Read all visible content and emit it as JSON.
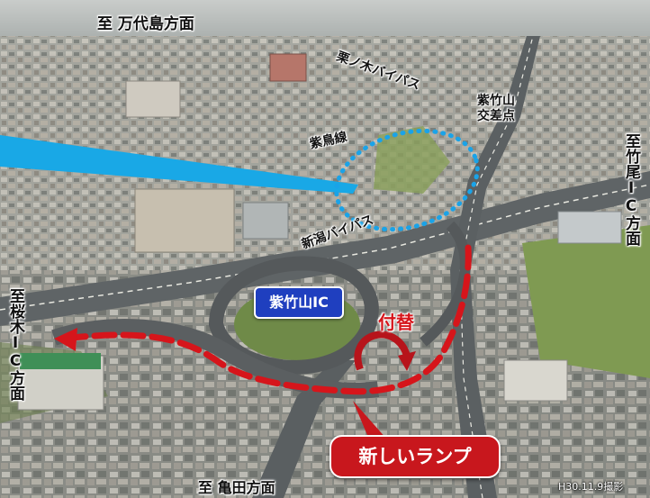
{
  "labels": {
    "direction_top": "至 万代島方面",
    "direction_bottom": "至 亀田方面",
    "direction_right": "至竹尾IC方面",
    "direction_left": "至桜木IC方面",
    "road_kurinoki_bypass": "栗ノ木バイパス",
    "shichikuyama_intersection_line1": "紫竹山",
    "shichikuyama_intersection_line2": "交差点",
    "road_shichou_line": "紫鳥線",
    "road_niigata_bypass": "新潟バイパス",
    "ic_name": "紫竹山IC",
    "relocation": "付替",
    "new_ramp": "新しいランプ",
    "photo_date": "H30.11.9撮影"
  },
  "colors": {
    "ramp_route": "#d6151b",
    "ic_badge": "#1f3fbf",
    "highlight_circle": "#1aa3e8",
    "leader_line": "#19a8e6"
  },
  "icons": {
    "relocation_arrow": "curved-arrow-icon",
    "route_arrowhead": "arrow-left-icon"
  }
}
